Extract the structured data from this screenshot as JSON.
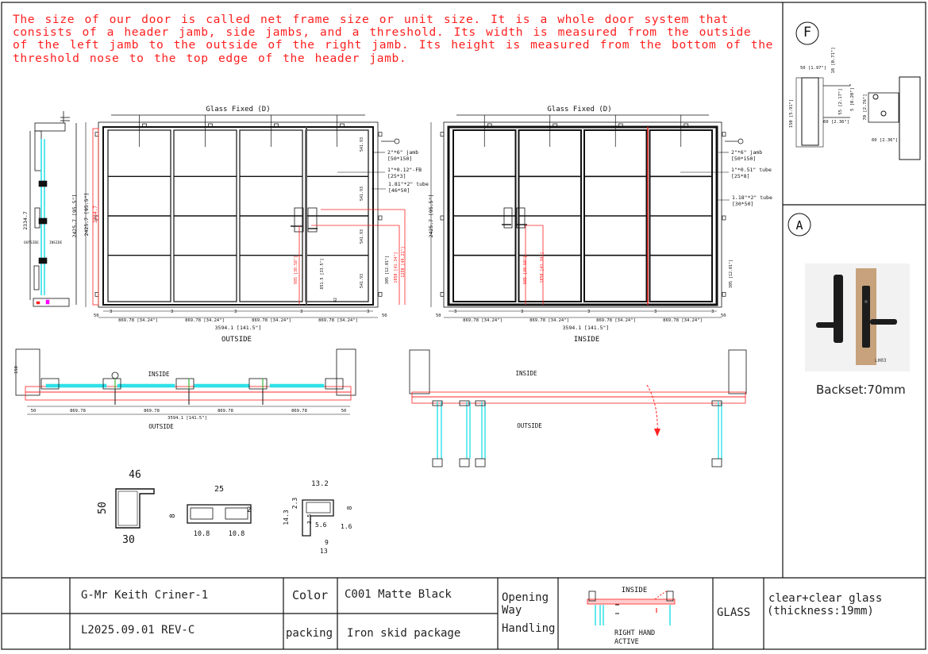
{
  "note": "The size of our door is called net frame size or unit size. It is a whole door system that consists of a header jamb, side jambs, and a threshold. Its width is measured from the outside of the left jamb to the outside of the right jamb. Its height is measured from the bottom of the threshold nose to the top edge of the header jamb.",
  "colors": {
    "line": "#111111",
    "red": "#ff2020",
    "glass": "#2fe0e8",
    "accent": "#ff00ff"
  },
  "elevation_outside": {
    "glass_label": "Glass Fixed (D)",
    "side_label": "OUTSIDE",
    "overall_width": "3594.1 [141.5\"]",
    "panel_width": "869.78 [34.24\"]",
    "height": "2425.7 [95.5\"]",
    "height_red": "2334.7",
    "edge": "50",
    "gap": "3",
    "row_height": "541.93",
    "handle_height_1": "985 [38.58\"]",
    "handle_height_2": "1050 [41.34\"]",
    "handle_height_3": "1250 [49.21\"]",
    "lock_height": "851.5 [33.5\"]",
    "bottom_dim": "305 [12.01\"]",
    "sill": "42",
    "callouts": [
      "2\"*6\" jamb",
      "[50*150]",
      "1\"*0.12\"-FB",
      "[25*3]",
      "1.81\"*2\" tube",
      "[46*50]"
    ]
  },
  "elevation_inside": {
    "glass_label": "Glass Fixed (D)",
    "side_label": "INSIDE",
    "overall_width": "3594.1 [141.5\"]",
    "panel_width": "869.78 [34.24\"]",
    "height": "2425.7 [95.5\"]",
    "edge": "50",
    "gap": "3",
    "handle_height_1": "985 [38.58\"]",
    "handle_height_2": "1050 [41.34\"]",
    "bottom_dim": "305 [12.01\"]",
    "callouts": [
      "2\"*6\" jamb",
      "[50*150]",
      "1\"*0.51\" tube",
      "[25*8]",
      "1.18\"*2\" tube",
      "[30*50]"
    ]
  },
  "section": {
    "height": "2334.7",
    "outside": "OUTSIDE",
    "inside": "INSIDE"
  },
  "plan_closed": {
    "inside": "INSIDE",
    "outside": "OUTSIDE",
    "panel": "869.78",
    "edge": "50",
    "overall": "3594.1 [141.5\"]",
    "depth": "150"
  },
  "plan_open": {
    "inside": "INSIDE",
    "outside": "OUTSIDE"
  },
  "profiles": {
    "p1": [
      "46",
      "50",
      "30"
    ],
    "p2": [
      "25",
      "8",
      "2",
      "10.8",
      "10.8"
    ],
    "p3": [
      "13.2",
      "2.3",
      "14.3",
      "3.5",
      "5.6",
      "1.6",
      "9",
      "13",
      "8"
    ]
  },
  "detail_f": {
    "mark": "F",
    "dims": [
      "50 [1.97\"]",
      "18 [0.71\"]",
      "150 [5.91\"]",
      "55 [2.17\"]",
      "5 [0.20\"]",
      "60 [2.36\"]",
      "70 [2.76\"]",
      "60 [2.36\"]"
    ]
  },
  "detail_a": {
    "mark": "A",
    "model": "LH03",
    "backset": "Backset:70mm"
  },
  "title_block": {
    "customer": "G-Mr Keith Criner-1",
    "revision": "L2025.09.01 REV-C",
    "color_label": "Color",
    "color_value": "C001 Matte Black",
    "packing_label": "packing",
    "packing_value": "Iron skid package",
    "opening_label": "Opening Way",
    "handling_label": "Handling",
    "diagram_inside": "INSIDE",
    "diagram_note_1": "RIGHT HAND",
    "diagram_note_2": "ACTIVE",
    "glass_label": "GLASS",
    "glass_value_1": "clear+clear glass",
    "glass_value_2": "(thickness:19mm)"
  }
}
